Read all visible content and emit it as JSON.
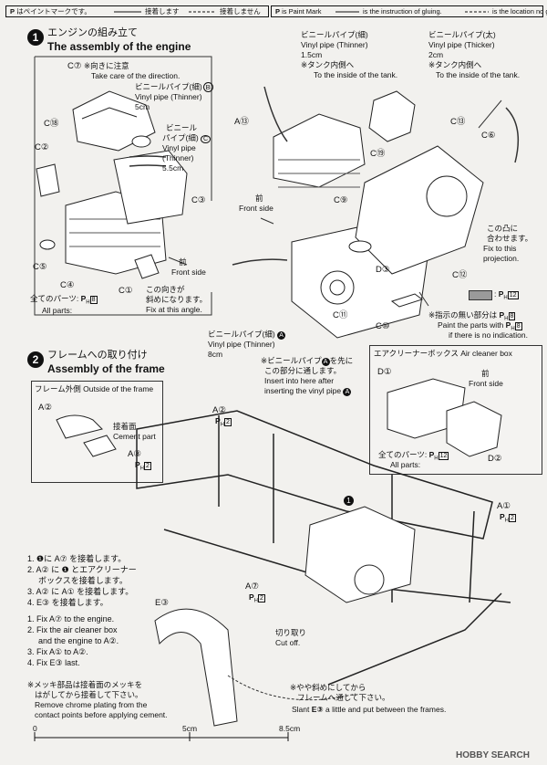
{
  "legend_jp": [
    {
      "mark": "P",
      "text": "はペイントマークです。",
      "style": "box"
    },
    {
      "text": "接着します",
      "style": "solid"
    },
    {
      "text": "接着しません",
      "style": "dashed"
    }
  ],
  "legend_en": [
    {
      "mark": "P",
      "text": "is Paint Mark",
      "style": "box"
    },
    {
      "text": "is the instruction of gluing.",
      "style": "solid"
    },
    {
      "text": "is the location no gluing.",
      "style": "dashed"
    }
  ],
  "step1": {
    "number": "1",
    "title_jp": "エンジンの組み立て",
    "title_en": "The assembly of the engine"
  },
  "step2": {
    "number": "2",
    "title_jp": "フレームへの取り付け",
    "title_en": "Assembly of the frame"
  },
  "notes": {
    "direction_jp": "※向きに注意",
    "direction_en": "Take care of the direction.",
    "vinyl_b_jp": "ビニールパイプ(細)",
    "vinyl_b_en": "Vinyl pipe (Thinner)",
    "vinyl_b_len": "5cm",
    "vinyl_c_jp1": "ビニール",
    "vinyl_c_jp2": "パイプ(細)",
    "vinyl_c_en1": "Vinyl pipe",
    "vinyl_c_en2": "(Thinner)",
    "vinyl_c_len": "5.5cm",
    "vinyl_thin_top_jp": "ビニールパイプ(細)",
    "vinyl_thin_top_en": "Vinyl pipe (Thinner)",
    "vinyl_thin_top_len": "1.5cm",
    "tank_inside_jp1": "※タンク内側へ",
    "tank_inside_en1": "To the inside of the tank.",
    "vinyl_thick_jp": "ビニールパイプ(太)",
    "vinyl_thick_en": "Vinyl pipe (Thicker)",
    "vinyl_thick_len": "2cm",
    "tank_inside_jp2": "※タンク内側へ",
    "tank_inside_en2": "To the inside of the tank.",
    "front_side_jp": "前",
    "front_side_en": "Front side",
    "front_side_jp2": "前",
    "front_side_en2": "Front side",
    "projection_jp1": "この凸に",
    "projection_jp2": "合わせます。",
    "projection_en1": "Fix to this",
    "projection_en2": "projection.",
    "angle_jp1": "この向きが",
    "angle_jp2": "斜めになります。",
    "angle_en": "Fix at this angle.",
    "all_parts_jp": "全てのパーツ:",
    "all_parts_en": "All parts:",
    "all_parts_paint": "8",
    "swatch_paint": "12",
    "indication_jp": "※指示の無い部分は",
    "indication_paint": "8",
    "indication_en1": "Paint the parts with",
    "indication_en2": "if there is no indication.",
    "vinyl_a_jp": "ビニールパイプ(細)",
    "vinyl_a_en": "Vinyl pipe (Thinner)",
    "vinyl_a_len": "8cm",
    "vinyl_insert_jp1": "※ビニールパイプ",
    "vinyl_insert_jp1b": "を先に",
    "vinyl_insert_jp2": "この部分に通します。",
    "vinyl_insert_en1": "Insert into here after",
    "vinyl_insert_en2": "inserting the vinyl pipe"
  },
  "frame": {
    "outside_jp": "フレーム外側",
    "outside_en": "Outside of the frame",
    "cement_jp": "接着面",
    "cement_en": "Cement part",
    "cutoff_jp": "切り取り",
    "cutoff_en": "Cut off.",
    "slant_jp1": "※やや斜めにしてから",
    "slant_jp2": "フレームへ通して下さい。",
    "slant_en": "Slant",
    "slant_en_tail": "a little and put between the frames.",
    "slant_part": "E③"
  },
  "air_cleaner": {
    "title_jp": "エアクリーナーボックス",
    "title_en": "Air cleaner box",
    "front_jp": "前",
    "front_en": "Front side",
    "all_parts_jp": "全てのパーツ:",
    "all_parts_en": "All parts:",
    "paint": "12"
  },
  "instructions_jp": [
    "1. ❶に A⑦ を接着します。",
    "2. A② に ❶ とエアクリーナー",
    "ボックスを接着します。",
    "3. A② に A① を接着します。",
    "4. E③ を接着します。"
  ],
  "instructions_en": [
    "1. Fix A⑦ to the engine.",
    "2. Fix the air cleaner box",
    "and the engine to A②.",
    "3. Fix A① to A②.",
    "4. Fix E③ last."
  ],
  "chrome_note": [
    "※メッキ部品は接着面のメッキを",
    "はがしてから接着して下さい。",
    "Remove chrome plating from the",
    "contact points before applying cement."
  ],
  "scale": {
    "zero": "0",
    "mid": "5cm",
    "max": "8.5cm"
  },
  "parts": {
    "c7": "C⑦",
    "c18": "C⑱",
    "c2": "C②",
    "c3": "C③",
    "c4": "C④",
    "c5": "C⑤",
    "c1": "C①",
    "a13": "A⑬",
    "c19": "C⑲",
    "c13": "C⑬",
    "c6": "C⑥",
    "c9": "C⑨",
    "c11": "C⑪",
    "c10": "C⑩",
    "c12": "C⑫",
    "d3": "D③",
    "d1": "D①",
    "d2": "D②",
    "a2_top": "A②",
    "a2_frame": "A②",
    "a8": "A⑧",
    "a1": "A①",
    "a7": "A⑦",
    "e3": "E③",
    "engine": "1"
  },
  "paint_marks": {
    "a8": "2",
    "a2_frame": "2",
    "a1": "2",
    "a7": "2"
  },
  "watermark": "HOBBY SEARCH"
}
